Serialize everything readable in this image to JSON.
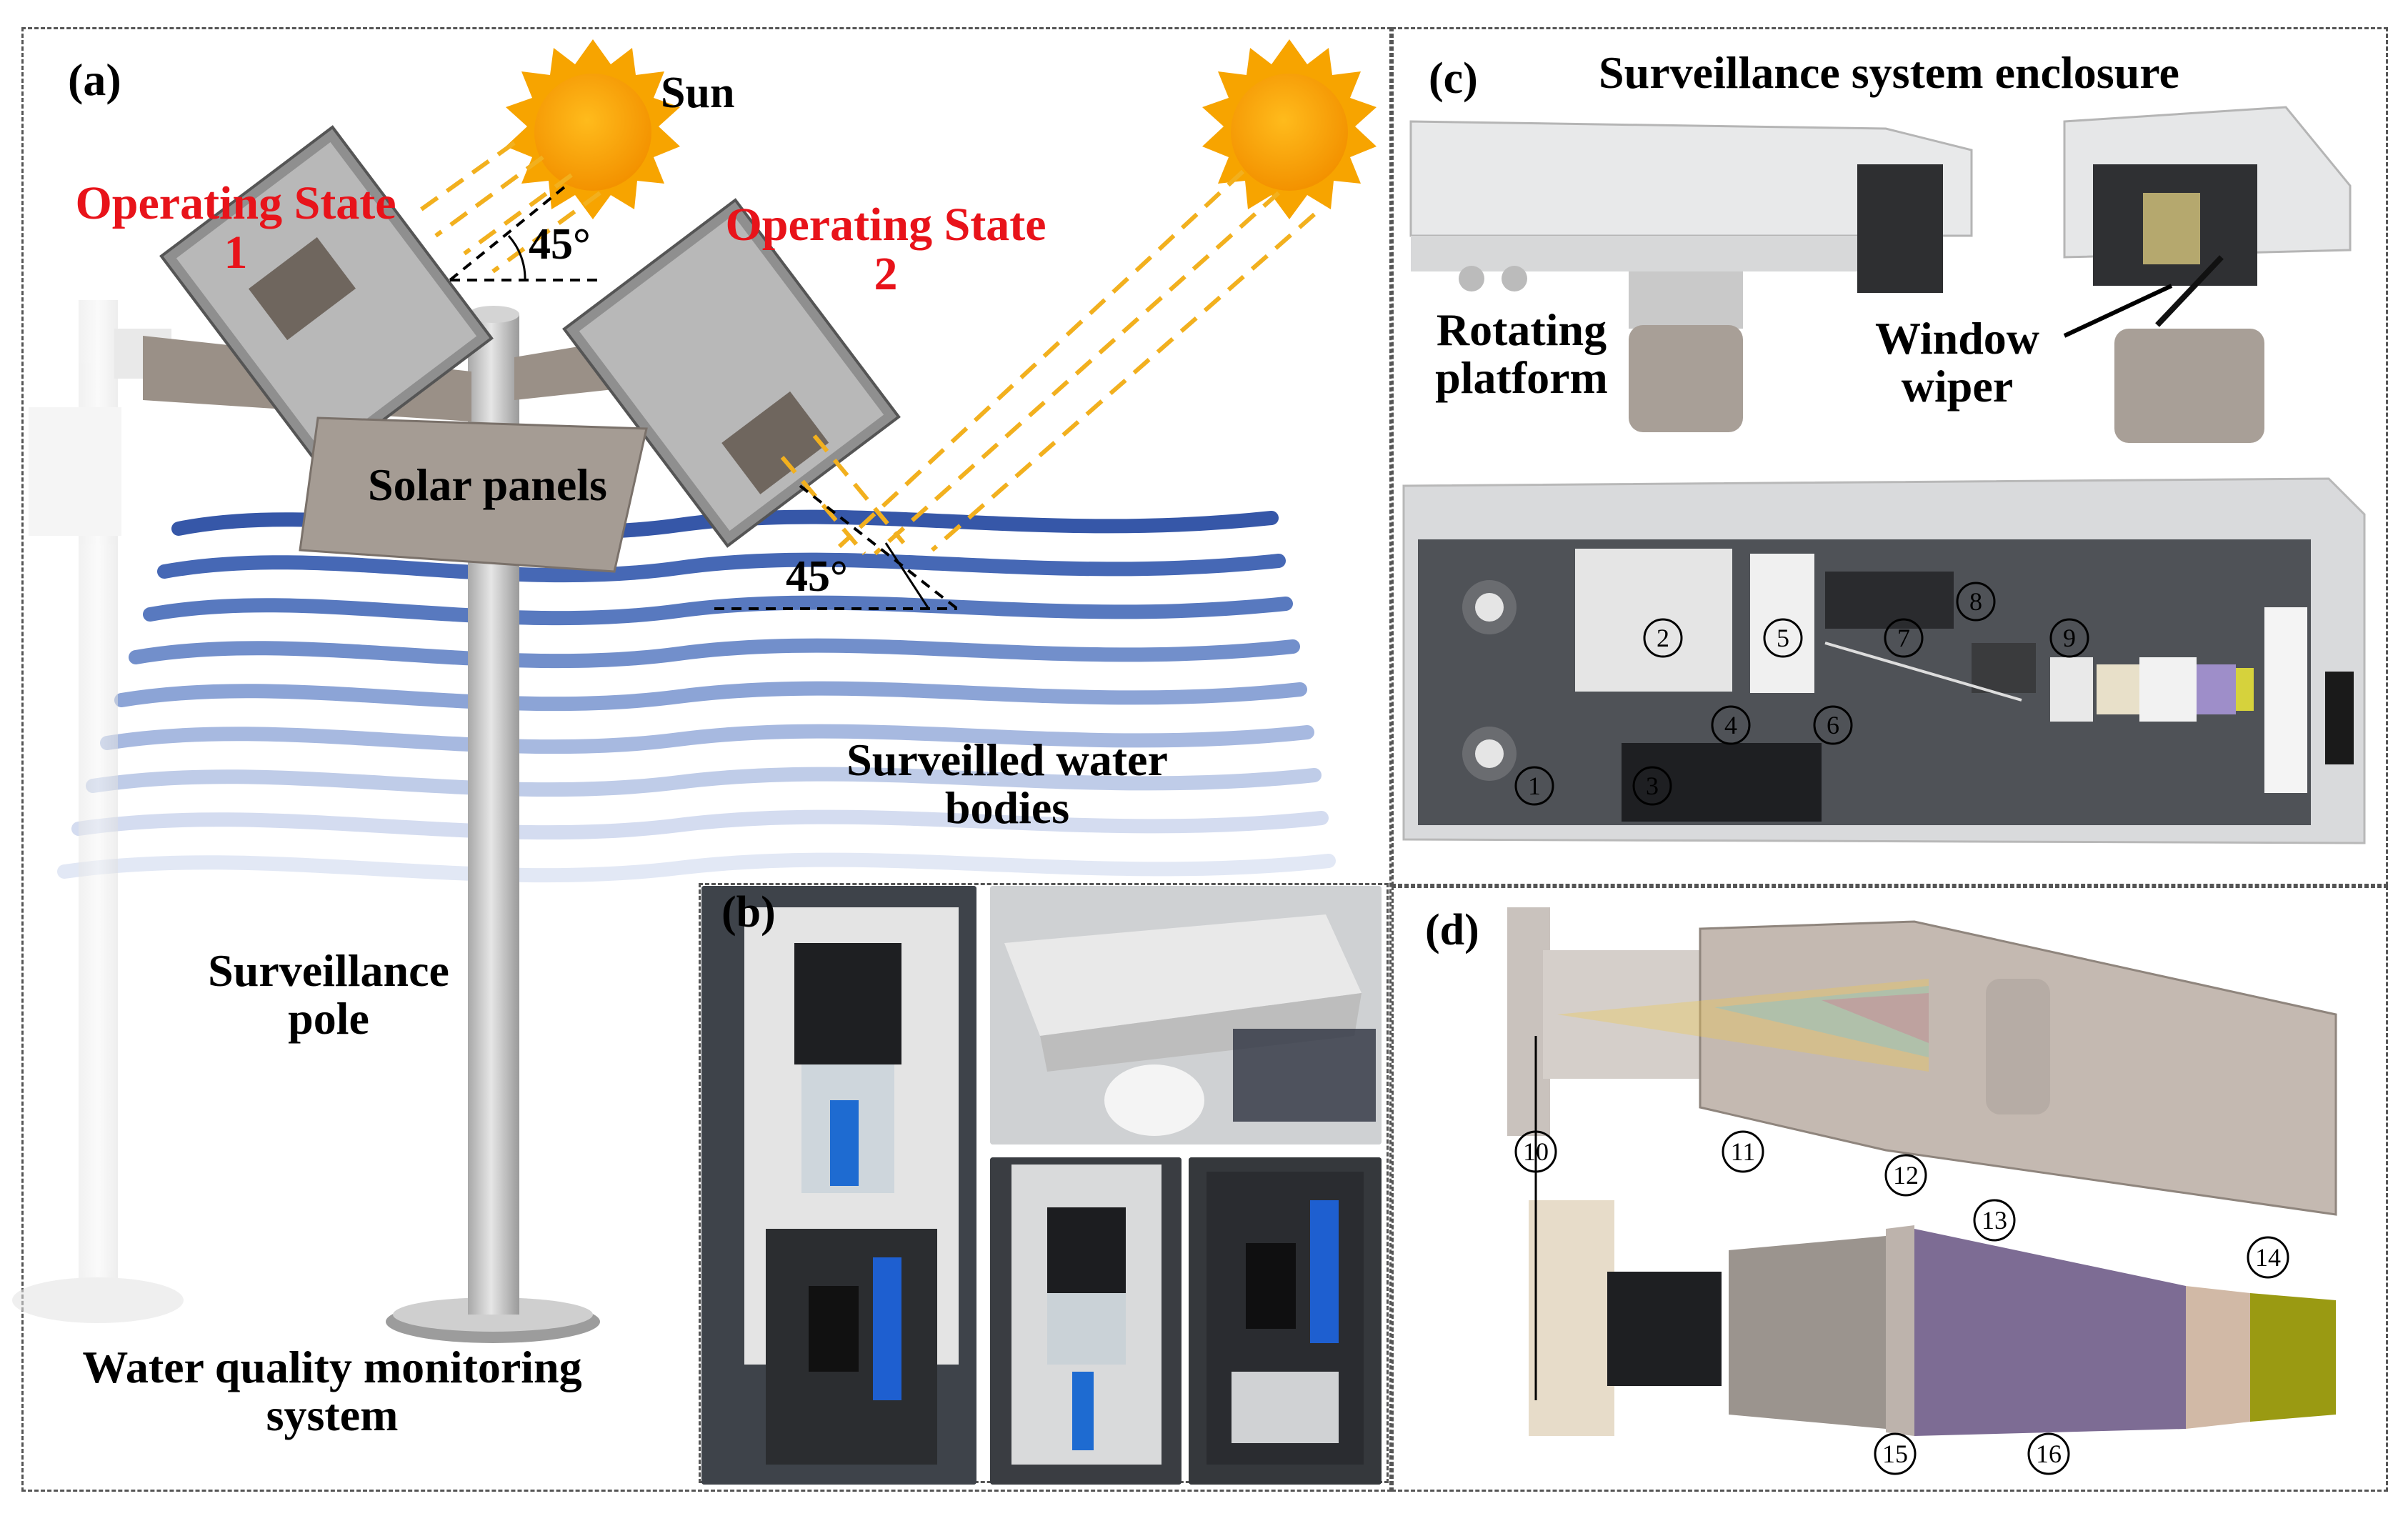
{
  "panel_a": {
    "tag": "(a)",
    "sun_label": "Sun",
    "state1_line1": "Operating State",
    "state1_line2": "1",
    "state2_line1": "Operating State",
    "state2_line2": "2",
    "angle1": "45°",
    "angle2": "45°",
    "solar_panels": "Solar panels",
    "water_line1": "Surveilled water",
    "water_line2": "bodies",
    "pole_line1": "Surveillance",
    "pole_line2": "pole",
    "system_line1": "Water quality monitoring",
    "system_line2": "system"
  },
  "panel_b": {
    "tag": "(b)"
  },
  "panel_c": {
    "tag": "(c)",
    "title": "Surveillance system enclosure",
    "rotating_line1": "Rotating",
    "rotating_line2": "platform",
    "wiper_line1": "Window",
    "wiper_line2": "wiper",
    "markers": [
      "1",
      "2",
      "3",
      "4",
      "5",
      "6",
      "7",
      "8",
      "9"
    ]
  },
  "panel_d": {
    "tag": "(d)",
    "markers": [
      "10",
      "11",
      "12",
      "13",
      "14",
      "15",
      "16"
    ]
  },
  "colors": {
    "label_red": "#e8131a",
    "sun_orange": "#f7a400",
    "ray_yellow": "#f2b01e",
    "water_blue": "#2b4ea3",
    "housing_grey": "#d9dadc",
    "lens_purple": "#7d6c94",
    "lens_yellow": "#9a9a12"
  },
  "icons": [
    "sun-icon",
    "solar-panel-icon",
    "camera-housing-icon",
    "lens-assembly-icon"
  ]
}
